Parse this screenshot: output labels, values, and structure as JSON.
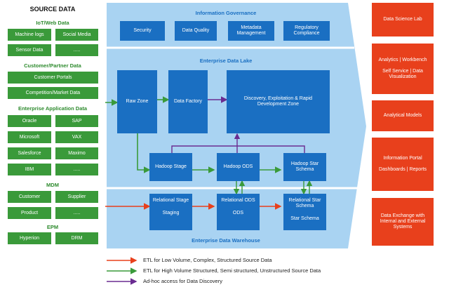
{
  "source": {
    "title": "SOURCE DATA",
    "groups": [
      {
        "title": "IoT/Web Data",
        "items": [
          "Machine logs",
          "Social Media",
          "Sensor Data",
          "....."
        ]
      },
      {
        "title": "Customer/Partner Data",
        "items": [
          "Customer Portals",
          "Competition/Market Data"
        ]
      },
      {
        "title": "Enterprise Application Data",
        "items": [
          "Oracle",
          "SAP",
          "Microsoft",
          "VAX",
          "Salesforce",
          "Maximo",
          "IBM",
          "....."
        ]
      },
      {
        "title": "MDM",
        "items": [
          "Customer",
          "Supplier",
          "Product",
          "....."
        ]
      },
      {
        "title": "EPM",
        "items": [
          "Hyperion",
          "DRM"
        ]
      }
    ]
  },
  "governance": {
    "title": "Information Governance",
    "items": [
      "Security",
      "Data Quality",
      "Metadata Management",
      "Regulatory Compliance"
    ]
  },
  "lake": {
    "title": "Enterprise Data Lake",
    "raw_zone": "Raw Zone",
    "data_factory": "Data Factory",
    "discovery": "Discovery, Exploitation & Rapid Development Zone",
    "hadoop_stage": "Hadoop Stage",
    "hadoop_ods": "Hadoop ODS",
    "hadoop_star": "Hadoop Star Schema"
  },
  "warehouse": {
    "title": "Enterprise Data Warehouse",
    "relational_stage": "Relational Stage",
    "relational_ods": "Relational ODS",
    "relational_star": "Relational Star Schema",
    "staging": "Staging",
    "ods": "ODS",
    "star_schema": "Star Schema"
  },
  "consumers": [
    [
      "Data Science Lab"
    ],
    [
      "Analytics | Workbench",
      "Self Service | Data Visualization"
    ],
    [
      "Analytical Models"
    ],
    [
      "Information Portal",
      "Dashboards | Reports"
    ],
    [
      "Data Exchange with Internal and External Systems"
    ]
  ],
  "legend": [
    {
      "color": "#e8401c",
      "text": "ETL for Low Volume, Complex, Structured Source Data"
    },
    {
      "color": "#3a9a3a",
      "text": "ETL for High Volume Structured, Semi structured, Unstructured Source Data"
    },
    {
      "color": "#6a2c91",
      "text": "Ad-hoc access for Data Discovery"
    }
  ],
  "colors": {
    "green": "#3a9a3a",
    "blue": "#1a6fc2",
    "light_blue": "#a9d3f2",
    "red": "#e8401c",
    "purple": "#6a2c91"
  }
}
